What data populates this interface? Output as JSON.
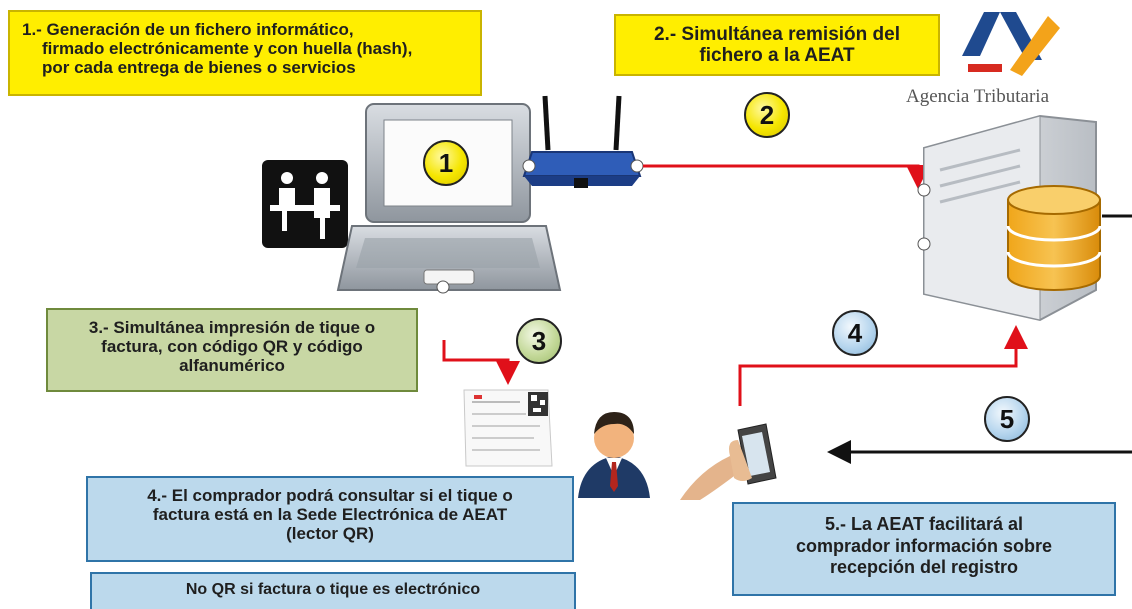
{
  "box1": {
    "lines": [
      "1.- Generación de un fichero informático,",
      "firmado electrónicamente y con huella (hash),",
      "por cada entrega de bienes o servicios"
    ]
  },
  "box2": {
    "lines": [
      "2.- Simultánea remisión del",
      "fichero a la AEAT"
    ]
  },
  "box3": {
    "lines": [
      "3.- Simultánea impresión de tique o",
      "factura, con código QR y código",
      "alfanumérico"
    ]
  },
  "box4": {
    "lines": [
      "4.- El comprador podrá consultar si el tique o",
      "factura está en la Sede Electrónica de  AEAT",
      "(lector QR)"
    ]
  },
  "box5": {
    "lines": [
      "5.- La AEAT facilitará al",
      "comprador información sobre",
      "recepción del registro"
    ]
  },
  "note": {
    "text": "No QR si factura o tique es electrónico"
  },
  "logo": {
    "text": "Agencia Tributaria"
  },
  "steps": [
    "1",
    "2",
    "3",
    "4",
    "5"
  ],
  "colors": {
    "yellow_box": "#ffee00",
    "green_box": "#c8d7a4",
    "blue_box": "#bcd9ec",
    "arrow_red": "#e0101a",
    "arrow_black": "#111111"
  }
}
